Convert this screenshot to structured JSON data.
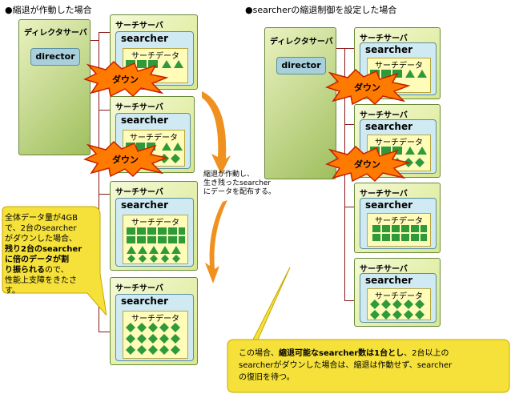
{
  "left_title": "●縮退が作動した場合",
  "right_title": "●searcherの縮退制御を設定した場合",
  "director_box_label": "ディレクタサーバ",
  "director_label": "director",
  "server_label": "サーチサーバ",
  "searcher_label": "searcher",
  "data_label": "サーチデータ",
  "down_label": "ダウン",
  "middle_note": [
    "縮退が作動し、",
    "生き残ったsearcher",
    "にデータを配布する。"
  ],
  "left_bubble": {
    "l1": "全体データ量が4GB",
    "l2": "で、2台のsearcher",
    "l3": "がダウンした場合、",
    "l4": "残り2台のsearcher",
    "l5a": "に倍のデータが割",
    "l6a": "り振られる",
    "l6b": "ので、",
    "l7": "性能上支障をきたさ",
    "l8": "す。"
  },
  "right_bubble": {
    "p1": "この場合、",
    "p2": "縮退可能なsearcher数は1台とし",
    "p3": "、2台以上の",
    "l2": "searcherがダウンした場合は、縮退は作動せず、searcher",
    "l3": "の復旧を待つ。"
  },
  "colors": {
    "server_fill": "#e6f0a8",
    "searcher_fill": "#cfeaf2",
    "data_fill": "#fffbb8",
    "shape_fill": "#2e9a3a",
    "down_fill": "#ff7a00",
    "bubble_fill": "#f5e13a",
    "arrow_fill": "#f0901e"
  }
}
